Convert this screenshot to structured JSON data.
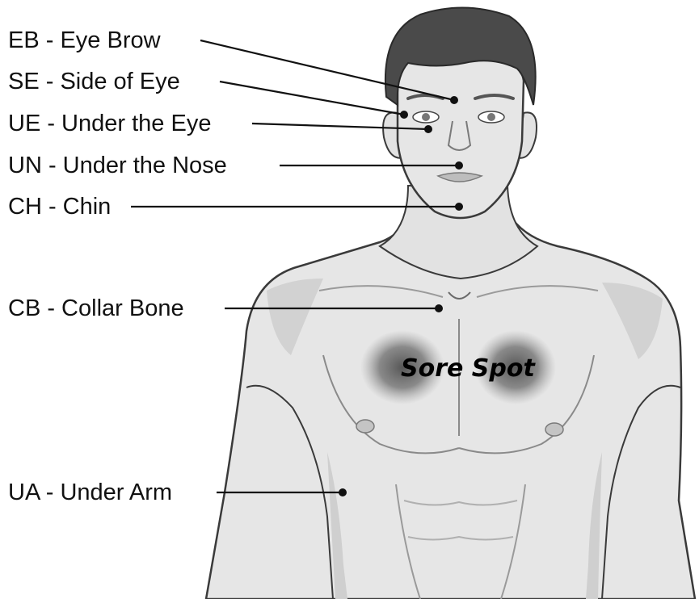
{
  "diagram": {
    "colors": {
      "skin": "#e6e6e6",
      "skin_shade": "#cfcfcf",
      "outline": "#3a3a3a",
      "hair": "#4a4a4a",
      "sore": "#5f5f5f",
      "label": "#111111"
    },
    "points": [
      {
        "code": "EB",
        "text": "EB - Eye Brow"
      },
      {
        "code": "SE",
        "text": "SE - Side of Eye"
      },
      {
        "code": "UE",
        "text": "UE - Under the Eye"
      },
      {
        "code": "UN",
        "text": "UN - Under the Nose"
      },
      {
        "code": "CH",
        "text": "CH - Chin"
      },
      {
        "code": "CB",
        "text": "CB - Collar Bone"
      },
      {
        "code": "UA",
        "text": "UA - Under Arm"
      }
    ],
    "sore_spot": "Sore Spot"
  }
}
